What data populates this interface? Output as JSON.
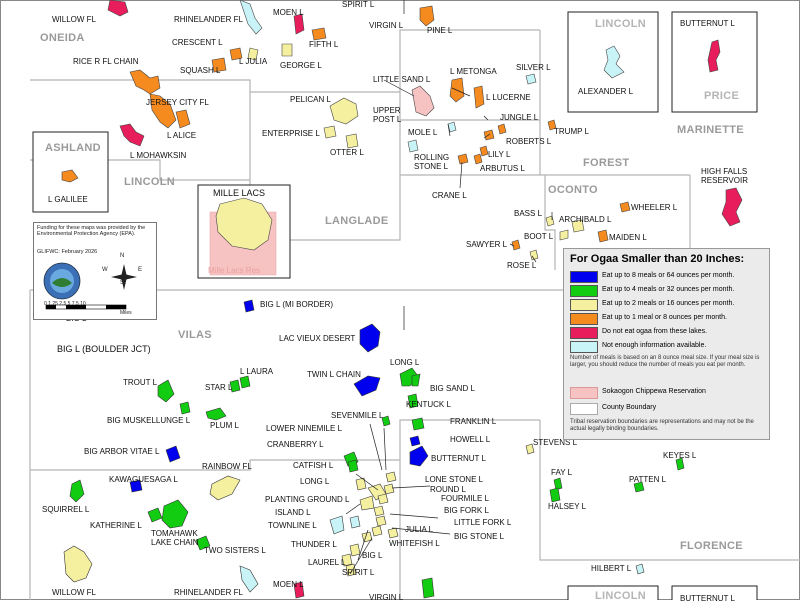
{
  "legend": {
    "title": "For Ogaa Smaller than 20 Inches:",
    "items": [
      {
        "color": "#0000ee",
        "label": "Eat up to 8 meals or 64 ounces per month."
      },
      {
        "color": "#11cc11",
        "label": "Eat up to 4 meals or 32 ounces per month."
      },
      {
        "color": "#f5f0a0",
        "label": "Eat up to 2 meals or 16 ounces per month."
      },
      {
        "color": "#f58a1f",
        "label": "Eat up to 1 meal or 8 ounces per month."
      },
      {
        "color": "#e81e5c",
        "label": "Do not eat ogaa from these lakes."
      },
      {
        "color": "#c8f4f8",
        "label": "Not enough information available."
      }
    ],
    "meal_note": "Number of meals is based on an 8 ounce meal size. If your meal size is larger, you should reduce the number of meals you eat per month.",
    "reservation_color": "#f7c2c2",
    "reservation_label": "Sokaogon Chippewa Reservation",
    "county_label": "County Boundary",
    "tribal_note": "Tribal reservation boundaries are representations and may not be the actual legally binding boundaries."
  },
  "funding": {
    "line1": "Funding for these maps was provided by the Environmental Protection Agency (EPA).",
    "line2": "GLIFWC: February 2026",
    "scale_ticks": "0  1.25 2.5    5      7.5    10",
    "scale_unit": "Miles",
    "compass": {
      "n": "N",
      "s": "S",
      "e": "E",
      "w": "W"
    }
  },
  "counties": {
    "oneida": "ONEIDA",
    "lincoln_upper": "LINCOLN",
    "langlade": "LANGLADE",
    "forest": "FOREST",
    "marinette": "MARINETTE",
    "oconto": "OCONTO",
    "vilas": "VILAS",
    "florence": "FLORENCE"
  },
  "insets": {
    "ashland": {
      "county": "ASHLAND",
      "lake": "L GALILEE"
    },
    "mille_lacs": {
      "title": "MILLE LACS",
      "reservation": "Mille Lacs Res"
    },
    "lincoln_top": {
      "county": "LINCOLN",
      "lake": "ALEXANDER L"
    },
    "price_top": {
      "county": "PRICE",
      "lake": "BUTTERNUT L"
    },
    "lincoln_bottom": {
      "county": "LINCOLN"
    },
    "price_bottom": {
      "lake": "BUTTERNUT L"
    }
  },
  "lakes_upper": {
    "willow_fl": "WILLOW FL",
    "rhinelander_fl": "RHINELANDER FL",
    "moen_l": "MOEN L",
    "virgin_l": "VIRGIN L",
    "pine_l": "PINE L",
    "crescent_l": "CRESCENT L",
    "fifth_l": "FIFTH L",
    "rice_r_fl_chain": "RICE R FL CHAIN",
    "squash_l": "SQUASH L",
    "l_julia": "L JULIA",
    "george_l": "GEORGE L",
    "little_sand_l": "LITTLE SAND L",
    "l_metonga": "L METONGA",
    "silver_l": "SILVER L",
    "jersey_city_fl": "JERSEY CITY FL",
    "pelican_l": "PELICAN L",
    "upper_post_l": "UPPER\nPOST L",
    "l_lucerne": "L LUCERNE",
    "l_alice": "L ALICE",
    "enterprise_l": "ENTERPRISE L",
    "mole_l": "MOLE L",
    "jungle_l": "JUNGLE L",
    "trump_l": "TRUMP L",
    "l_mohawksin": "L MOHAWKSIN",
    "otter_l": "OTTER L",
    "rolling_stone_l": "ROLLING\nSTONE L",
    "roberts_l": "ROBERTS L",
    "lily_l": "LILY L",
    "arbutus_l": "ARBUTUS L",
    "high_falls_reservoir": "HIGH FALLS\nRESERVOIR",
    "crane_l": "CRANE L",
    "wheeler_l": "WHEELER L",
    "bass_l": "BASS L",
    "archibald_l": "ARCHIBALD L",
    "boot_l": "BOOT L",
    "maiden_l": "MAIDEN L",
    "sawyer_l": "SAWYER L",
    "rose_l": "ROSE L"
  },
  "lakes_lower": {
    "big_l_mi_border": "BIG L (MI BORDER)",
    "big_l_short": "BIG L",
    "big_l_boulder_jct": "BIG L (BOULDER JCT)",
    "lac_vieux_desert": "LAC VIEUX DESERT",
    "long_l_upper": "LONG L",
    "l_laura": "L LAURA",
    "twin_l_chain": "TWIN L CHAIN",
    "trout_l": "TROUT L",
    "star_l": "STAR L",
    "big_sand_l": "BIG SAND L",
    "big_muskellunge_l": "BIG MUSKELLUNGE L",
    "kentuck_l": "KENTUCK L",
    "sevenmile_l": "SEVENMILE L",
    "plum_l": "PLUM L",
    "lower_ninemile_l": "LOWER NINEMILE L",
    "franklin_l": "FRANKLIN L",
    "cranberry_l": "CRANBERRY L",
    "howell_l": "HOWELL L",
    "stevens_l": "STEVENS L",
    "big_arbor_vitae_l": "BIG ARBOR VITAE L",
    "butternut_l": "BUTTERNUT L",
    "keyes_l": "KEYES L",
    "rainbow_fl": "RAINBOW FL",
    "catfish_l": "CATFISH L",
    "fay_l": "FAY L",
    "kawaguesaga_l": "KAWAGUESAGA L",
    "lone_stone_l": "LONE STONE L",
    "patten_l": "PATTEN L",
    "long_l_lower": "LONG L",
    "round_l": "ROUND L",
    "halsey_l": "HALSEY L",
    "planting_ground_l": "PLANTING GROUND L",
    "fourmile_l": "FOURMILE L",
    "squirrel_l": "SQUIRREL L",
    "island_l": "ISLAND L",
    "big_fork_l": "BIG FORK L",
    "katherine_l": "KATHERINE L",
    "tomahawk_lake_chain": "TOMAHAWK\nLAKE CHAIN",
    "townline_l": "TOWNLINE L",
    "little_fork_l": "LITTLE FORK L",
    "julia_l": "JULIA L",
    "big_stone_l": "BIG STONE L",
    "thunder_l": "THUNDER L",
    "whitefish_l": "WHITEFISH L",
    "two_sisters_l": "TWO SISTERS L",
    "big_l_lower": "BIG L",
    "laurel_l": "LAUREL L",
    "spirit_l": "SPIRIT L",
    "hilbert_l": "HILBERT L",
    "willow_fl_bottom": "WILLOW FL",
    "rhinelander_fl_bottom": "RHINELANDER FL",
    "moen_l_bottom": "MOEN L",
    "virgin_l_bottom": "VIRGIN L",
    "spirit_l_top": "SPIRIT L"
  },
  "colors": {
    "blue": "#0000ee",
    "green": "#11cc11",
    "yellow": "#f5f0a0",
    "orange": "#f58a1f",
    "red": "#e81e5c",
    "cyan": "#c8f4f8",
    "boundary": "#b8b8b8"
  }
}
